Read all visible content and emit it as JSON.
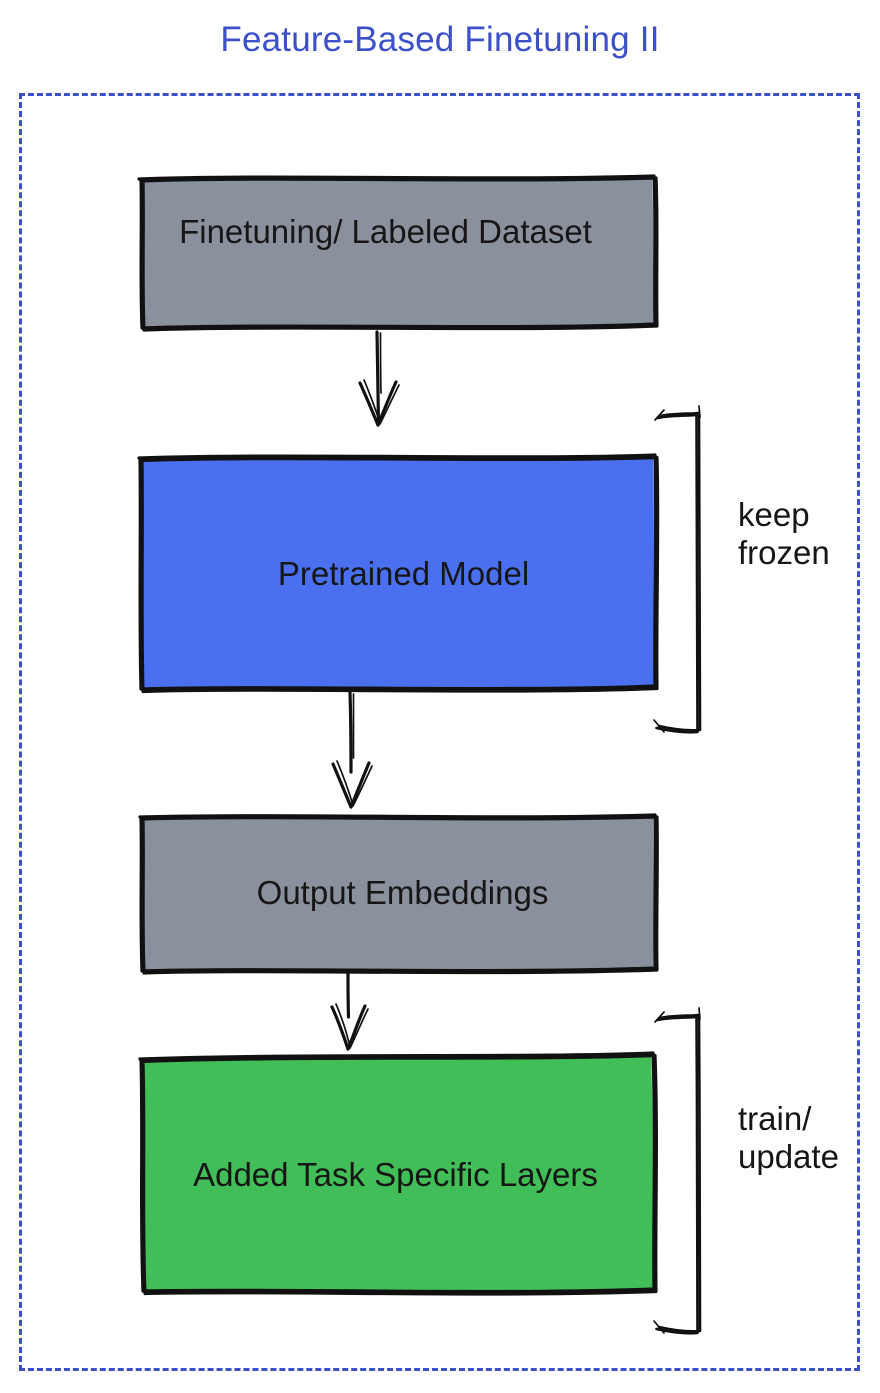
{
  "title": "Feature-Based Finetuning II",
  "colors": {
    "title-blue": "#3b50c9",
    "frame-blue": "#3b50c9",
    "ink": "#111111",
    "label-ink": "#161616",
    "box-gray": "#8a919d",
    "box-blue": "#4a70ef",
    "box-green": "#41be57"
  },
  "diagram": {
    "boxes": [
      {
        "label": "Finetuning/ Labeled Dataset",
        "color": "#8a919d"
      },
      {
        "label": "Pretrained Model",
        "color": "#4a70ef"
      },
      {
        "label": "Output Embeddings",
        "color": "#8a919d"
      },
      {
        "label": "Added Task Specific Layers",
        "color": "#41be57"
      }
    ],
    "annotations": [
      {
        "label": "keep\nfrozen",
        "target": "Pretrained Model"
      },
      {
        "label": "train/\nupdate",
        "target": "Added Task Specific Layers"
      }
    ]
  }
}
